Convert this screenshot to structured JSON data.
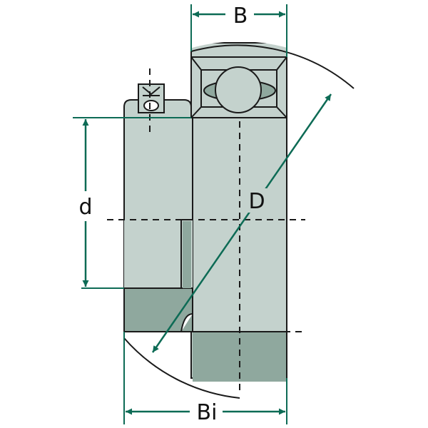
{
  "labels": {
    "B": "B",
    "D": "D",
    "d": "d",
    "Bi": "Bi"
  },
  "colors": {
    "body": "#c4d2cd",
    "shade": "#8fa89e",
    "outline": "#1a1a1a",
    "arrow": "#0d6b55",
    "background": "#ffffff"
  }
}
